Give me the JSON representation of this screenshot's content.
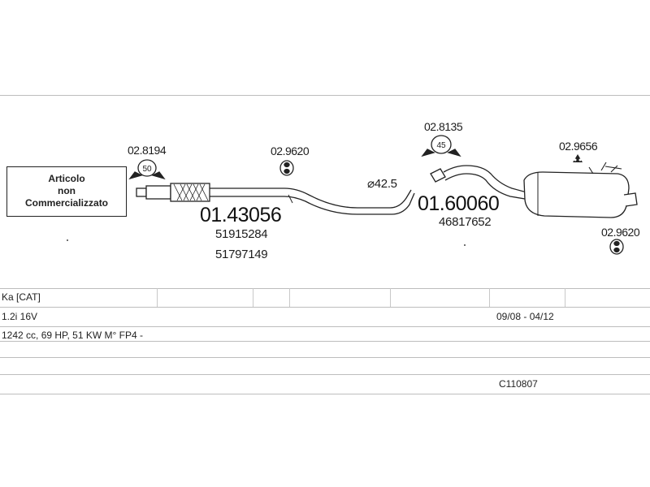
{
  "notice": {
    "line1": "Articolo",
    "line2": "non",
    "line3": "Commercializzato"
  },
  "parts": {
    "clamp_front": "02.8194",
    "clamp_front_label": "50",
    "hanger_front": "02.9620",
    "front_pipe": "01.43056",
    "front_pipe_ref1": "51915284",
    "front_pipe_ref2": "51797149",
    "diameter": "⌀42.5",
    "clamp_rear": "02.8135",
    "clamp_rear_label": "45",
    "rear_silencer": "01.60060",
    "rear_silencer_ref": "46817652",
    "mount_kit": "02.9656",
    "hanger_rear": "02.9620"
  },
  "table": {
    "model": "Ka  [CAT]",
    "engine": "1.2i 16V",
    "period": "09/08 - 04/12",
    "spec": "1242 cc, 69 HP, 51 KW M° FP4 -",
    "code": "C110807"
  },
  "colors": {
    "line": "#bdbdbd",
    "ink": "#222222"
  }
}
